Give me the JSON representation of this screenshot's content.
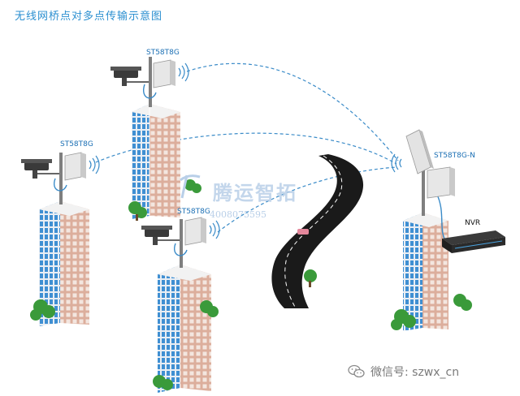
{
  "title": "无线网桥点对多点传输示意图",
  "devices": {
    "top": "ST58T8G",
    "left": "ST58T8G",
    "middle": "ST58T8G",
    "base": "ST58T8G-N"
  },
  "nvr": "NVR",
  "watermark": {
    "brand": "腾运智拓",
    "phone": "4008075595"
  },
  "wechat": {
    "label": "微信号: szwx_cn"
  },
  "colors": {
    "title": "#2b8fd0",
    "link": "#3a8bc8",
    "building_left": "#d9a996",
    "building_face": "#5b9fd6",
    "road": "#1a1a1a",
    "tree": "#3a9a3a"
  }
}
